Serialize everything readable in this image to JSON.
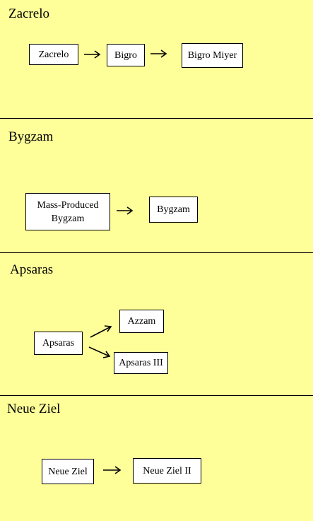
{
  "sections": [
    {
      "title": "Zacrelo",
      "boxes": [
        "Zacrelo",
        "Bigro",
        "Bigro Miyer"
      ]
    },
    {
      "title": "Bygzam",
      "boxes": [
        "Mass-Produced",
        "Bygzam",
        "Bygzam"
      ]
    },
    {
      "title": "Apsaras",
      "boxes": [
        "Apsaras",
        "Azzam",
        "Apsaras III"
      ]
    },
    {
      "title": "Neue Ziel",
      "boxes": [
        "Neue Ziel",
        "Neue Ziel II"
      ]
    }
  ]
}
